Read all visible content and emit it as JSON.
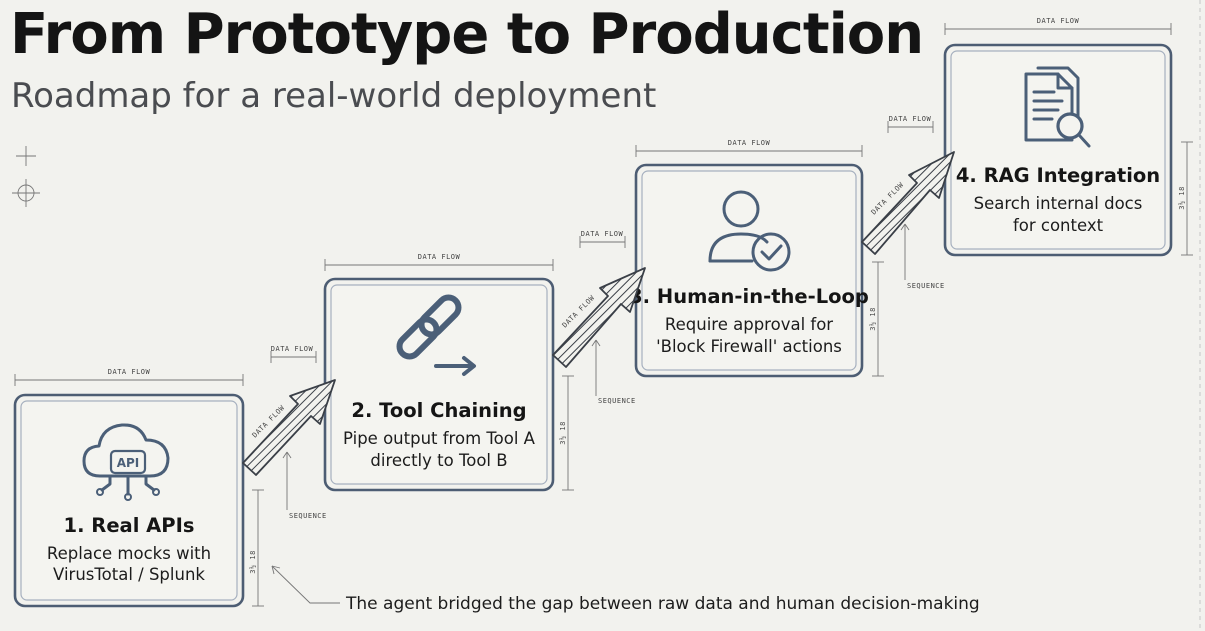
{
  "header": {
    "title": "From Prototype to Production",
    "subtitle": "Roadmap for a real-world deployment"
  },
  "annotations": {
    "data_flow": "DATA FLOW",
    "sequence": "SEQUENCE",
    "dim_label": "3½ 18"
  },
  "steps": [
    {
      "title": "1. Real APIs",
      "desc_line1": "Replace mocks with",
      "desc_line2": "VirusTotal / Splunk",
      "icon": "cloud-api-icon",
      "icon_text": "API"
    },
    {
      "title": "2. Tool Chaining",
      "desc_line1": "Pipe output from Tool A",
      "desc_line2": "directly to Tool B",
      "icon": "chain-link-icon"
    },
    {
      "title": "3. Human-in-the-Loop",
      "desc_line1": "Require approval for",
      "desc_line2": "'Block Firewall' actions",
      "icon": "user-check-icon"
    },
    {
      "title": "4. RAG Integration",
      "desc_line1": "Search internal docs",
      "desc_line2": "for context",
      "icon": "document-search-icon"
    }
  ],
  "caption": "The agent bridged the gap between raw data and human decision-making",
  "colors": {
    "background": "#f2f2ee",
    "box_border": "#4d5d73",
    "icon": "#4b5f78",
    "arrow": "#3a3f47"
  }
}
